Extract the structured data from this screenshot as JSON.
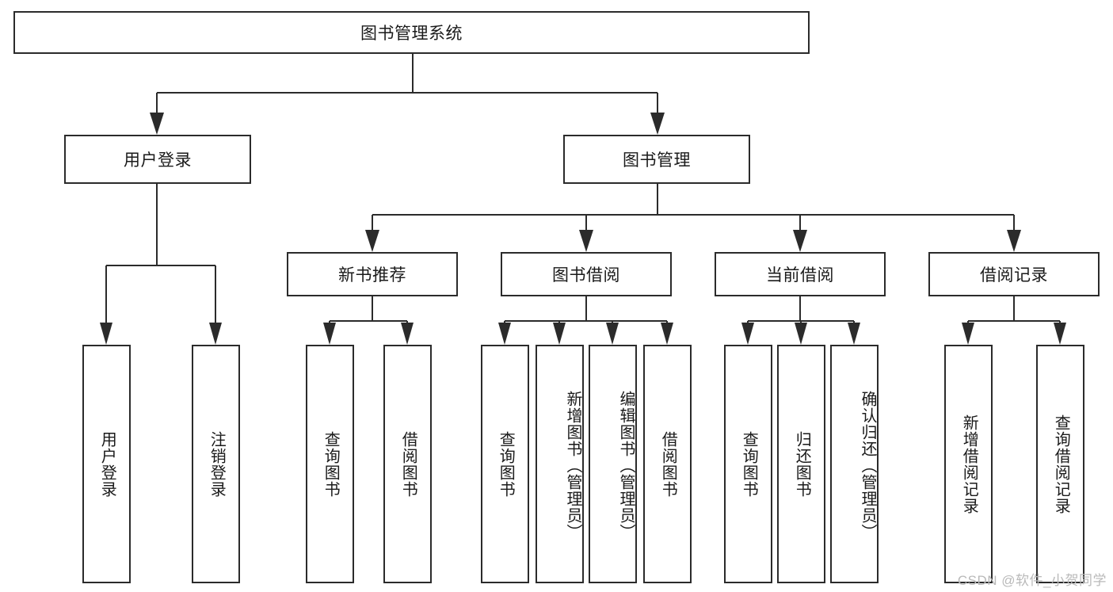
{
  "diagram": {
    "title": "图书管理系统",
    "type": "tree-hierarchy-diagram",
    "root": {
      "id": "root",
      "label": "图书管理系统"
    },
    "level2": [
      {
        "id": "user-login",
        "label": "用户登录"
      },
      {
        "id": "book-management",
        "label": "图书管理"
      }
    ],
    "level3": [
      {
        "id": "new-book-recommend",
        "label": "新书推荐"
      },
      {
        "id": "book-borrow",
        "label": "图书借阅"
      },
      {
        "id": "current-borrow",
        "label": "当前借阅"
      },
      {
        "id": "borrow-record",
        "label": "借阅记录"
      }
    ],
    "leaves": {
      "user_login": [
        {
          "id": "leaf-user-login",
          "label": "用户登录"
        },
        {
          "id": "leaf-user-logout",
          "label": "注销登录"
        }
      ],
      "new_book_recommend": [
        {
          "id": "leaf-query-book-1",
          "label": "查询图书"
        },
        {
          "id": "leaf-borrow-book-1",
          "label": "借阅图书"
        }
      ],
      "book_borrow": [
        {
          "id": "leaf-query-book-2",
          "label": "查询图书"
        },
        {
          "id": "leaf-add-book",
          "label": "新增图书（管理员）"
        },
        {
          "id": "leaf-edit-book",
          "label": "编辑图书（管理员）"
        },
        {
          "id": "leaf-borrow-book-2",
          "label": "借阅图书"
        }
      ],
      "current_borrow": [
        {
          "id": "leaf-query-book-3",
          "label": "查询图书"
        },
        {
          "id": "leaf-return-book",
          "label": "归还图书"
        },
        {
          "id": "leaf-confirm-return",
          "label": "确认归还（管理员）"
        }
      ],
      "borrow_record": [
        {
          "id": "leaf-add-record",
          "label": "新增借阅记录"
        },
        {
          "id": "leaf-query-record",
          "label": "查询借阅记录"
        }
      ]
    }
  },
  "watermark": {
    "text": "CSDN @软件_小贺同学"
  },
  "colors": {
    "stroke": "#2b2b2b",
    "fill": "#ffffff",
    "text": "#1a1a1a",
    "watermark": "#b9b9b9"
  }
}
